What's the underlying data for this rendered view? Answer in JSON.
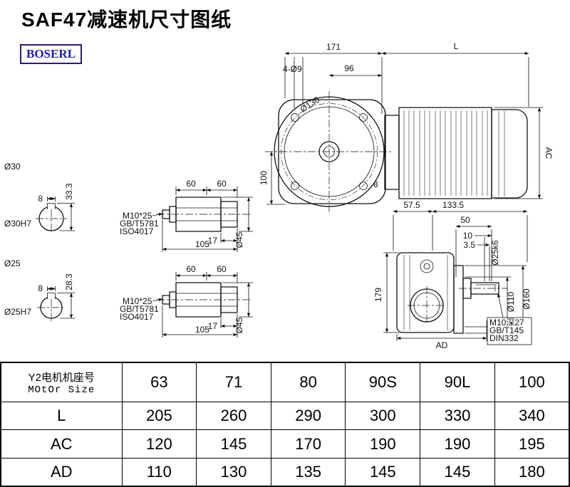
{
  "page": {
    "title": "SAF47减速机尺寸图纸",
    "brand": "BOSERL"
  },
  "colors": {
    "line": "#111111",
    "brand_text": "#1c1ca8",
    "brand_border": "#2b1d6e",
    "background": "#ffffff"
  },
  "drawing": {
    "front_view": {
      "d171": "171",
      "dL": "L",
      "holes": "4-Ø9",
      "d96": "96",
      "d130": "Ø130",
      "d100": "100",
      "d8": "8",
      "dAC": "AC"
    },
    "bore30": {
      "label": "Ø30",
      "key": "8",
      "depth": "33.3",
      "fit": "Ø30H7"
    },
    "bore25": {
      "label": "Ø25",
      "key": "8",
      "depth": "28.3",
      "fit": "Ø25H7"
    },
    "shaft_upper": {
      "s60a": "60",
      "s60b": "60",
      "s17": "17",
      "s105": "105",
      "d45": "Ø45",
      "screw": "M10*25",
      "std1": "GB/T5781",
      "std2": "ISO4017"
    },
    "shaft_lower": {
      "s60a": "60",
      "s60b": "60",
      "s17": "17",
      "s105": "105",
      "d45": "Ø45",
      "screw": "M10*25",
      "std1": "GB/T5781",
      "std2": "ISO4017"
    },
    "side_view": {
      "d57": "57.5",
      "d133": "133.5",
      "d50": "50",
      "d10": "10",
      "d35": "3.5",
      "shaft_fit": "Ø25k6",
      "d110": "Ø110",
      "d160": "Ø160",
      "d179": "179",
      "dAD": "AD",
      "tap": "M10深27",
      "tap_std1": "GB/T145",
      "tap_std2": "DIN332"
    }
  },
  "table": {
    "header_cn": "Y2电机机座号",
    "header_en": "MOtOr Size",
    "columns": [
      "63",
      "71",
      "80",
      "90S",
      "90L",
      "100"
    ],
    "rows": [
      {
        "label": "L",
        "values": [
          "205",
          "260",
          "290",
          "300",
          "330",
          "340"
        ]
      },
      {
        "label": "AC",
        "values": [
          "120",
          "145",
          "170",
          "190",
          "190",
          "195"
        ]
      },
      {
        "label": "AD",
        "values": [
          "110",
          "130",
          "135",
          "145",
          "145",
          "180"
        ]
      }
    ]
  }
}
